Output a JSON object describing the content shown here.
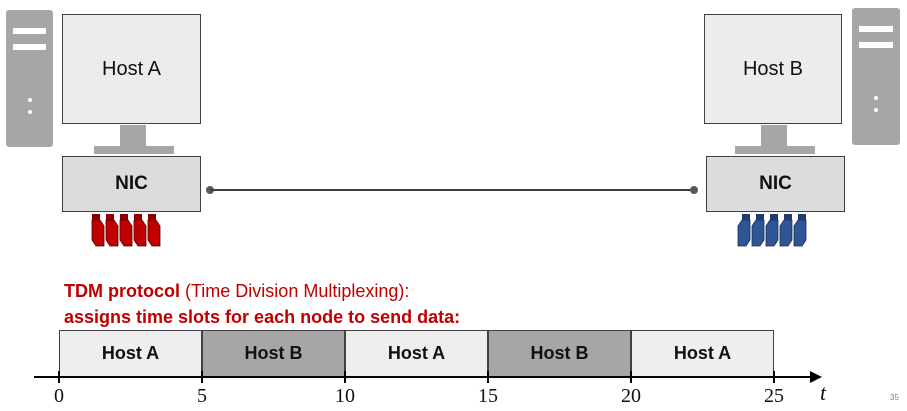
{
  "hosts": {
    "a": {
      "label": "Host A",
      "nic_label": "NIC",
      "frame_color": "#c00000"
    },
    "b": {
      "label": "Host B",
      "nic_label": "NIC",
      "frame_color": "#2f5597"
    }
  },
  "protocol": {
    "name": "TDM protocol",
    "expansion": " (Time Division Multiplexing):",
    "description": "assigns time slots for each node to send data:",
    "accent_color": "#c00000"
  },
  "timeline": {
    "slots": [
      {
        "label": "Host A",
        "start": 0,
        "end": 5,
        "color": "#eeeeee"
      },
      {
        "label": "Host B",
        "start": 5,
        "end": 10,
        "color": "#a6a6a6"
      },
      {
        "label": "Host A",
        "start": 10,
        "end": 15,
        "color": "#eeeeee"
      },
      {
        "label": "Host B",
        "start": 15,
        "end": 20,
        "color": "#a6a6a6"
      },
      {
        "label": "Host A",
        "start": 20,
        "end": 25,
        "color": "#eeeeee"
      }
    ],
    "ticks": [
      "0",
      "5",
      "10",
      "15",
      "20",
      "25"
    ],
    "axis_label": "t"
  },
  "page_number": "35"
}
